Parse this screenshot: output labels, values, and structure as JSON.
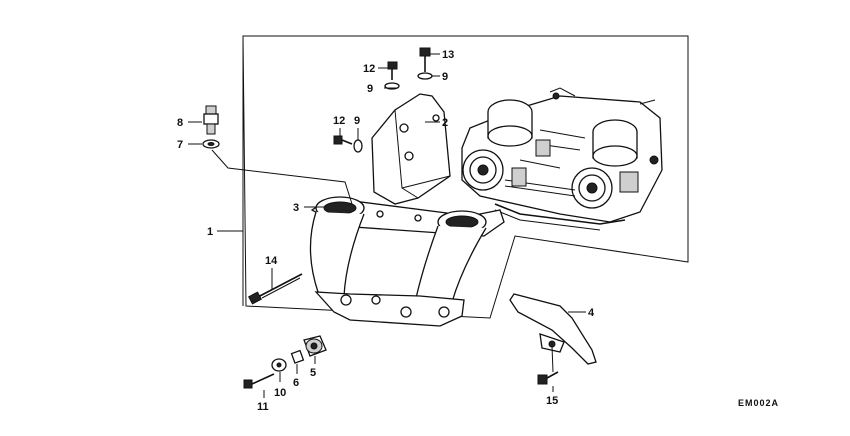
{
  "callouts": [
    {
      "id": "c1",
      "text": "1"
    },
    {
      "id": "c2",
      "text": "2"
    },
    {
      "id": "c3",
      "text": "3"
    },
    {
      "id": "c4",
      "text": "4"
    },
    {
      "id": "c5",
      "text": "5"
    },
    {
      "id": "c6",
      "text": "6"
    },
    {
      "id": "c7",
      "text": "7"
    },
    {
      "id": "c8",
      "text": "8"
    },
    {
      "id": "c9a",
      "text": "9"
    },
    {
      "id": "c9b",
      "text": "9"
    },
    {
      "id": "c9c",
      "text": "9"
    },
    {
      "id": "c10",
      "text": "10"
    },
    {
      "id": "c11",
      "text": "11"
    },
    {
      "id": "c12a",
      "text": "12"
    },
    {
      "id": "c12b",
      "text": "12"
    },
    {
      "id": "c13",
      "text": "13"
    },
    {
      "id": "c14",
      "text": "14"
    },
    {
      "id": "c15",
      "text": "15"
    }
  ],
  "diagram_code": "EM002A"
}
